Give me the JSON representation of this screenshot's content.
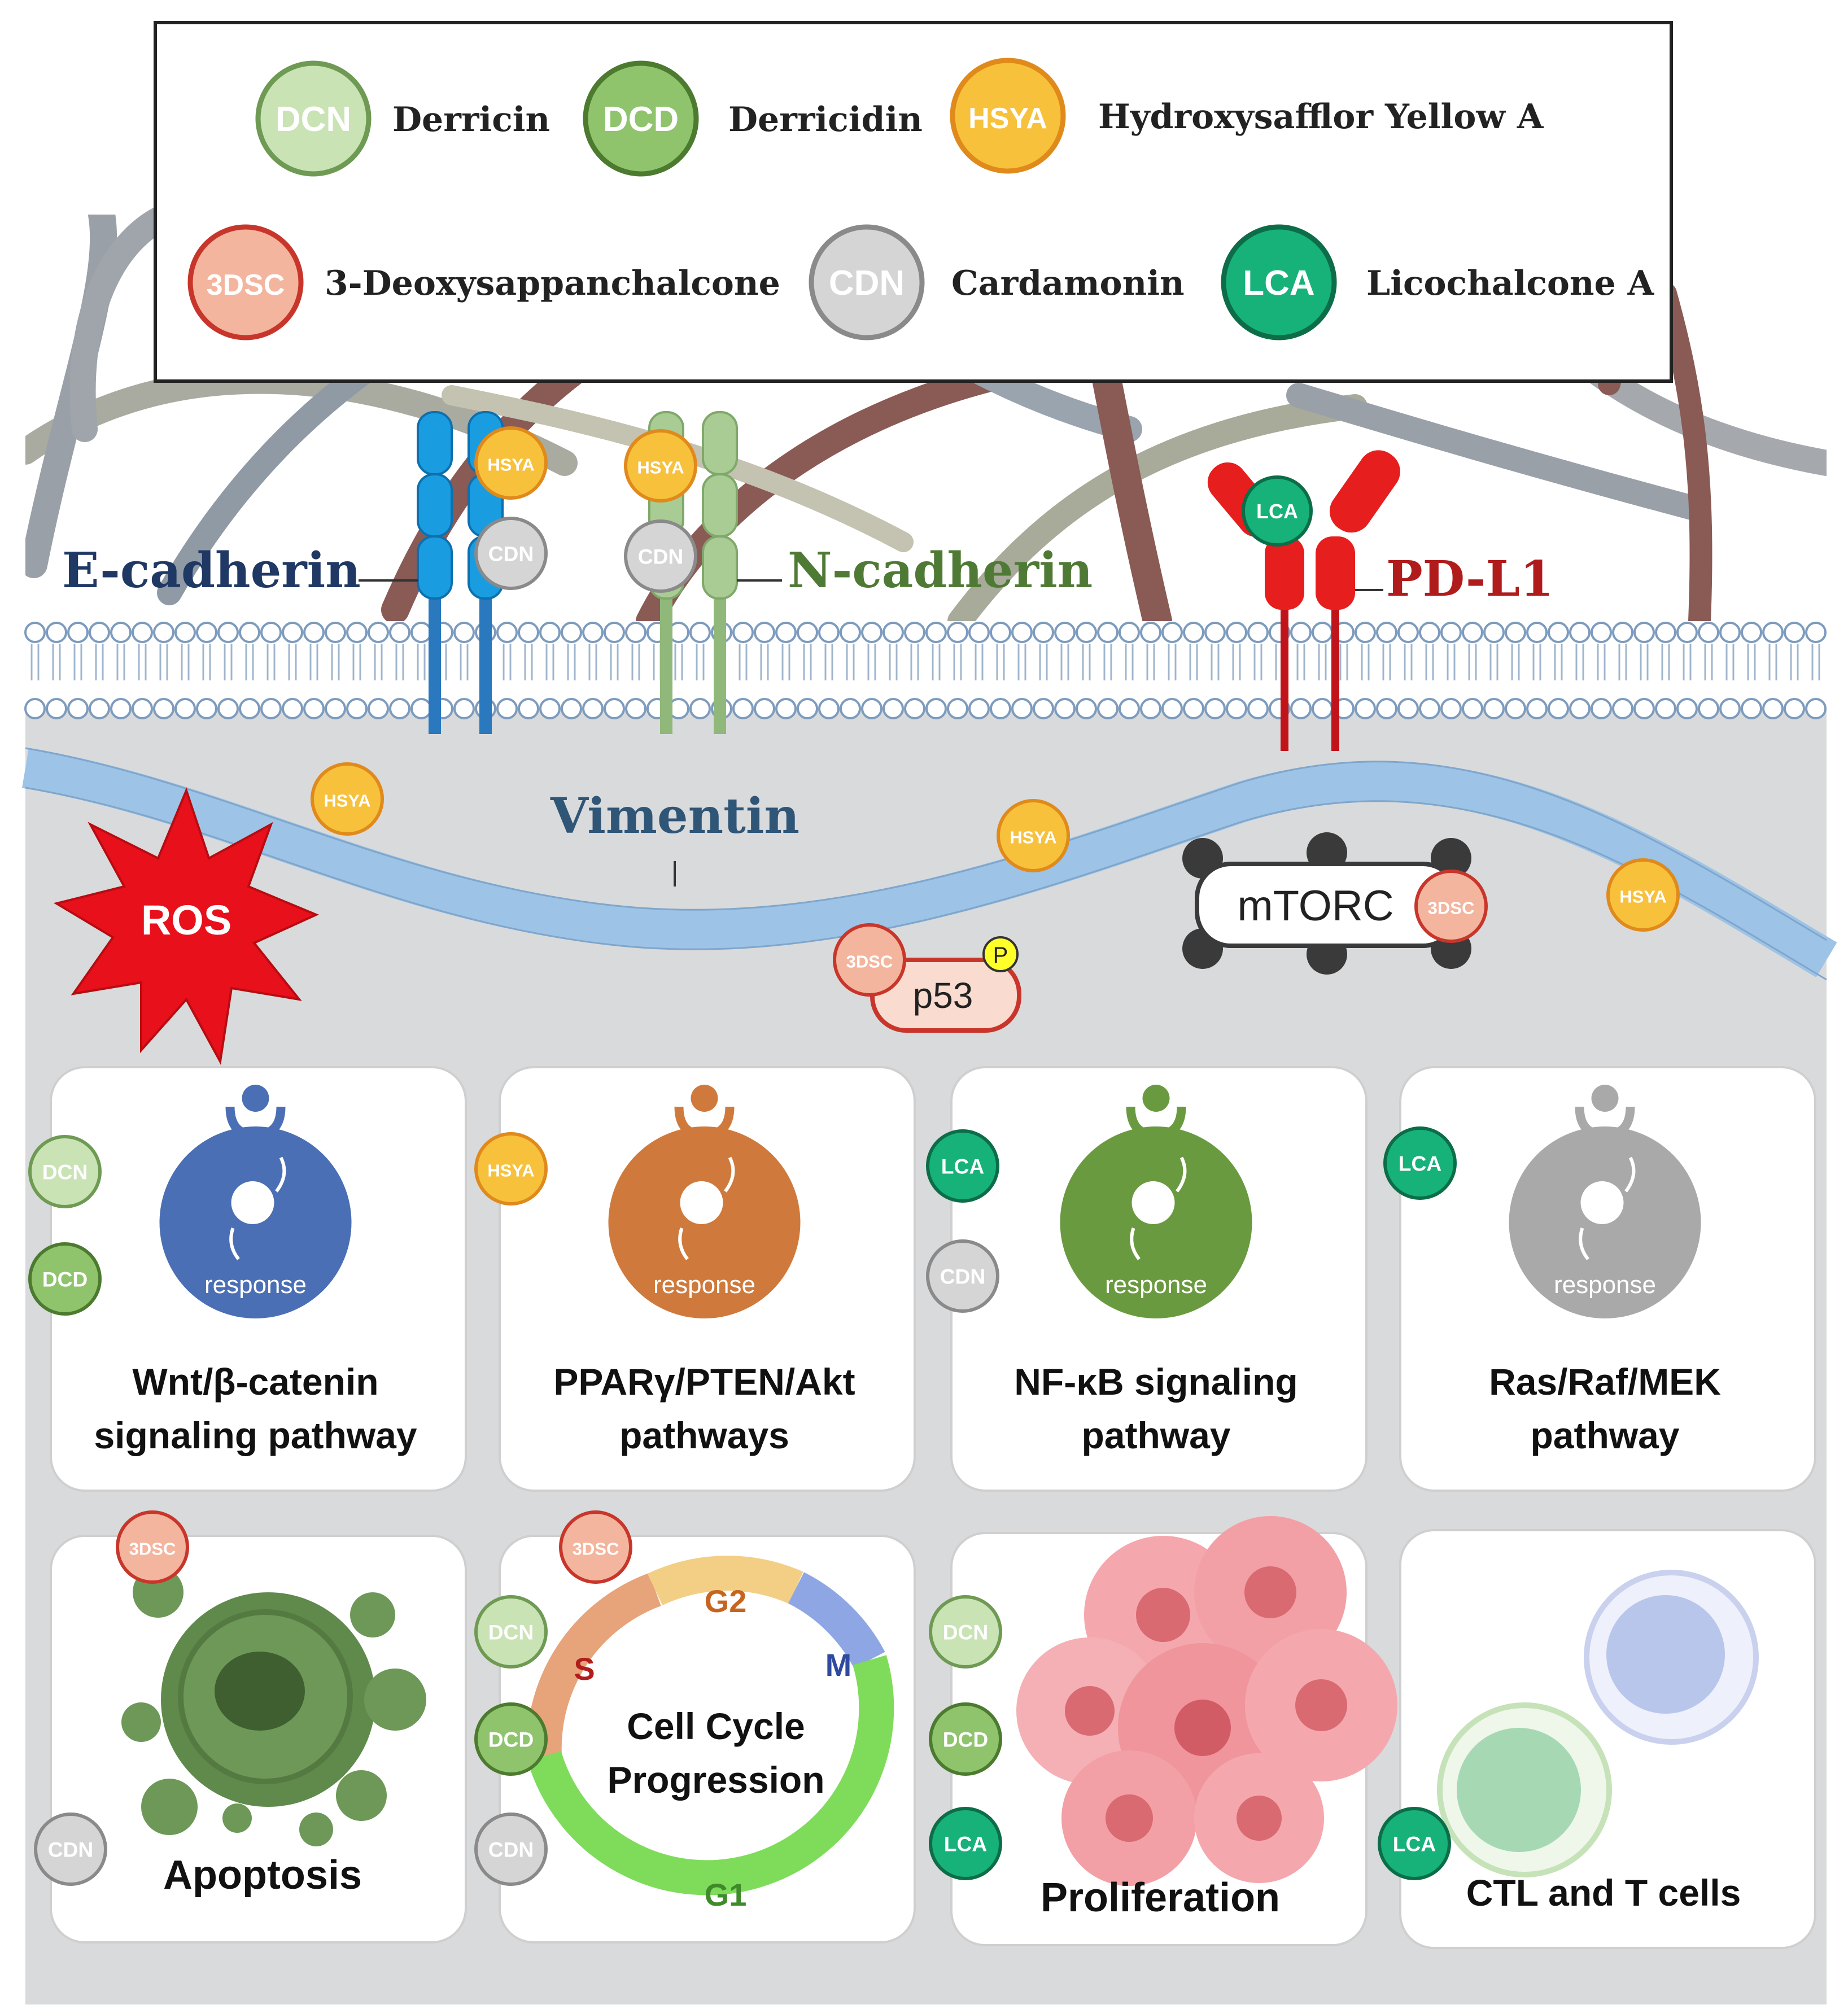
{
  "legend": {
    "items": [
      {
        "abbr": "DCN",
        "name": "Derricin",
        "fill": "#c9e3b5",
        "stroke": "#6e9a53"
      },
      {
        "abbr": "DCD",
        "name": "Derricidin",
        "fill": "#8fc46d",
        "stroke": "#4c7a2f"
      },
      {
        "abbr": "HSYA",
        "name": "Hydroxysafflor Yellow  A",
        "fill": "#f7c13c",
        "stroke": "#e08a1b"
      },
      {
        "abbr": "3DSC",
        "name": "3-Deoxysappanchalcone",
        "fill": "#f3b59e",
        "stroke": "#c8362b"
      },
      {
        "abbr": "CDN",
        "name": "Cardamonin",
        "fill": "#d5d5d5",
        "stroke": "#8a8a8a"
      },
      {
        "abbr": "LCA",
        "name": "Licochalcone  A",
        "fill": "#17b27a",
        "stroke": "#0c6d48"
      }
    ]
  },
  "membrane": {
    "e_cadherin": "E-cadherin",
    "n_cadherin": "N-cadherin",
    "pd_l1": "PD-L1",
    "vimentin": "Vimentin",
    "ros": "ROS",
    "mtorc": "mTORC",
    "p53": "p53",
    "phospho": "P"
  },
  "pathways": [
    {
      "line1": "Wnt/β-catenin",
      "line2": "signaling pathway",
      "color": "#4a6fb4",
      "response": "response",
      "badges": [
        "DCN",
        "DCD"
      ]
    },
    {
      "line1": "PPARγ/PTEN/Akt",
      "line2": "pathways",
      "color": "#cf7a3c",
      "response": "response",
      "badges": [
        "HSYA"
      ]
    },
    {
      "line1": "NF-κB signaling",
      "line2": "pathway",
      "color": "#6a9a3f",
      "response": "response",
      "badges": [
        "LCA",
        "CDN"
      ]
    },
    {
      "line1": "Ras/Raf/MEK",
      "line2": "pathway",
      "color": "#a9a9a9",
      "response": "response",
      "badges": [
        "LCA"
      ]
    }
  ],
  "outcomes": {
    "apoptosis": "Apoptosis",
    "cell_cycle_line1": "Cell Cycle",
    "cell_cycle_line2": "Progression",
    "phases": {
      "g2": "G2",
      "m": "M",
      "s": "S",
      "g1": "G1"
    },
    "proliferation": "Proliferation",
    "ctl": "CTL and T cells"
  },
  "colors": {
    "e_cadherin": "#1a9ce0",
    "n_cadherin": "#9fc58a",
    "pd_l1": "#e61e1e",
    "vimentin": "#9dc3e6",
    "label_navy": "#1f3864",
    "label_green": "#4f7a35",
    "label_red": "#b01c1c",
    "cytoplasm": "#d9dadb"
  }
}
